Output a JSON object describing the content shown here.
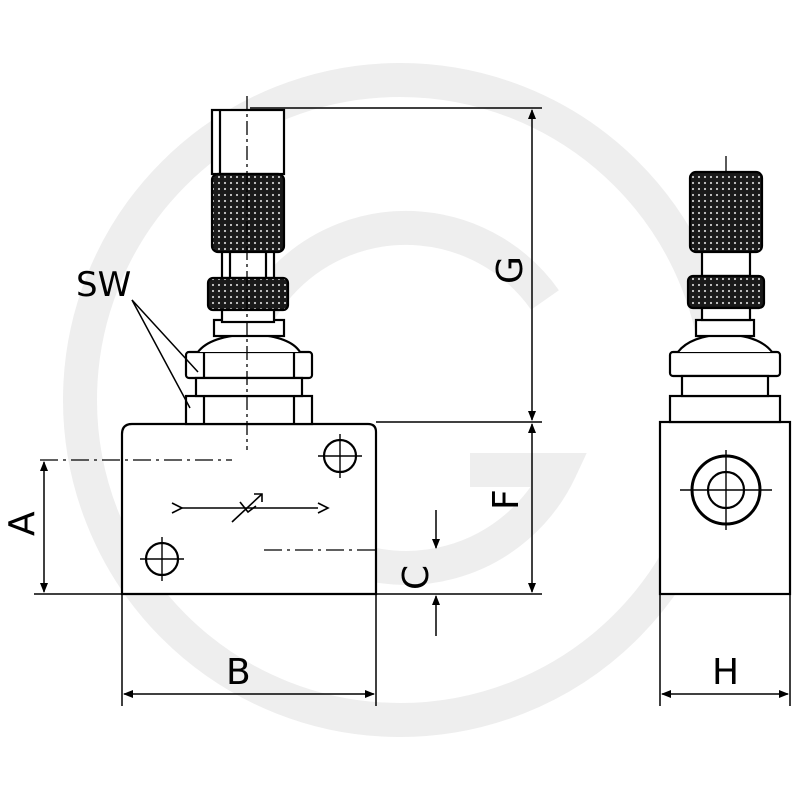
{
  "labels": {
    "sw": "SW",
    "a": "A",
    "b": "B",
    "c": "C",
    "f": "F",
    "g": "G",
    "h": "H"
  },
  "watermark": {
    "color": "#eeeeee"
  },
  "colors": {
    "line": "#000000",
    "knurl": "#1a1a1a",
    "background": "#ffffff"
  }
}
